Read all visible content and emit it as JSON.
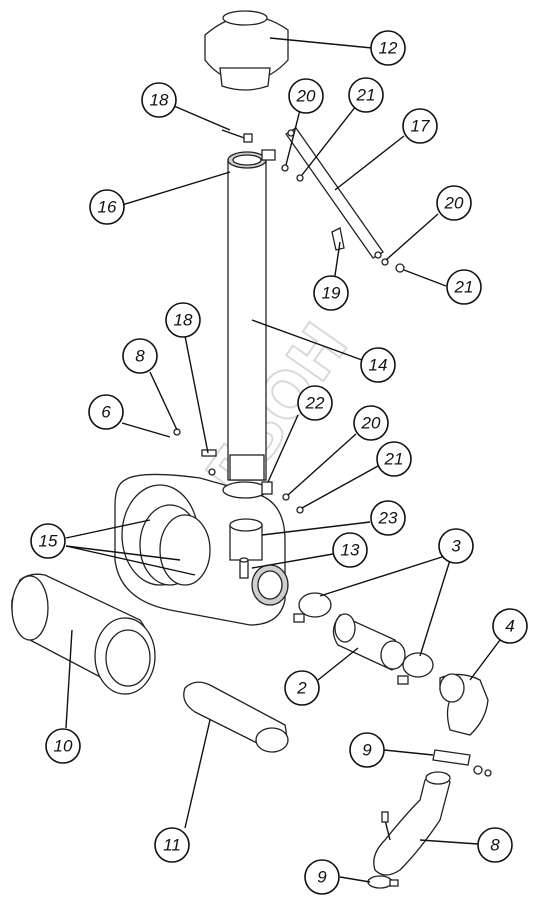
{
  "watermark": "ФИЛЗОН",
  "callouts": [
    {
      "id": "c12",
      "label": "12"
    },
    {
      "id": "c18a",
      "label": "18"
    },
    {
      "id": "c20a",
      "label": "20"
    },
    {
      "id": "c21a",
      "label": "21"
    },
    {
      "id": "c17",
      "label": "17"
    },
    {
      "id": "c16",
      "label": "16"
    },
    {
      "id": "c20b",
      "label": "20"
    },
    {
      "id": "c21b",
      "label": "21"
    },
    {
      "id": "c19",
      "label": "19"
    },
    {
      "id": "c18b",
      "label": "18"
    },
    {
      "id": "c8a",
      "label": "8"
    },
    {
      "id": "c14",
      "label": "14"
    },
    {
      "id": "c6",
      "label": "6"
    },
    {
      "id": "c22",
      "label": "22"
    },
    {
      "id": "c20c",
      "label": "20"
    },
    {
      "id": "c21c",
      "label": "21"
    },
    {
      "id": "c23",
      "label": "23"
    },
    {
      "id": "c15",
      "label": "15"
    },
    {
      "id": "c13",
      "label": "13"
    },
    {
      "id": "c3",
      "label": "3"
    },
    {
      "id": "c4",
      "label": "4"
    },
    {
      "id": "c2",
      "label": "2"
    },
    {
      "id": "c10",
      "label": "10"
    },
    {
      "id": "c9a",
      "label": "9"
    },
    {
      "id": "c11",
      "label": "11"
    },
    {
      "id": "c8b",
      "label": "8"
    },
    {
      "id": "c9b",
      "label": "9"
    }
  ]
}
